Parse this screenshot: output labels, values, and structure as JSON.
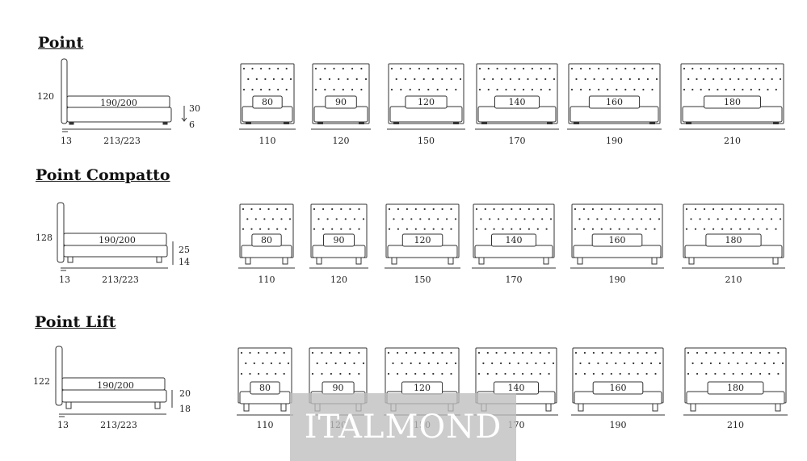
{
  "colors": {
    "line": "#333333",
    "background": "#ffffff",
    "watermark_bg": "#bdbdbd",
    "watermark_text": "#ffffff"
  },
  "watermark": "ITALMOND",
  "sections": [
    {
      "title": "Point",
      "profile": {
        "height": "120",
        "length": "190/200",
        "total": "213/223",
        "headboard_depth": "13",
        "dim_top": "30",
        "dim_bottom": "6"
      },
      "beds": [
        {
          "mattress": "80",
          "width": "110"
        },
        {
          "mattress": "90",
          "width": "120"
        },
        {
          "mattress": "120",
          "width": "150"
        },
        {
          "mattress": "140",
          "width": "170"
        },
        {
          "mattress": "160",
          "width": "190"
        },
        {
          "mattress": "180",
          "width": "210"
        }
      ]
    },
    {
      "title": "Point Compatto",
      "profile": {
        "height": "128",
        "length": "190/200",
        "total": "213/223",
        "headboard_depth": "13",
        "dim_top": "25",
        "dim_bottom": "14"
      },
      "beds": [
        {
          "mattress": "80",
          "width": "110"
        },
        {
          "mattress": "90",
          "width": "120"
        },
        {
          "mattress": "120",
          "width": "150"
        },
        {
          "mattress": "140",
          "width": "170"
        },
        {
          "mattress": "160",
          "width": "190"
        },
        {
          "mattress": "180",
          "width": "210"
        }
      ]
    },
    {
      "title": "Point Lift",
      "profile": {
        "height": "122",
        "length": "190/200",
        "total": "213/223",
        "headboard_depth": "13",
        "dim_top": "20",
        "dim_bottom": "18"
      },
      "beds": [
        {
          "mattress": "80",
          "width": "110"
        },
        {
          "mattress": "90",
          "width": "120"
        },
        {
          "mattress": "120",
          "width": "150"
        },
        {
          "mattress": "140",
          "width": "170"
        },
        {
          "mattress": "160",
          "width": "190"
        },
        {
          "mattress": "180",
          "width": "210"
        }
      ]
    }
  ]
}
